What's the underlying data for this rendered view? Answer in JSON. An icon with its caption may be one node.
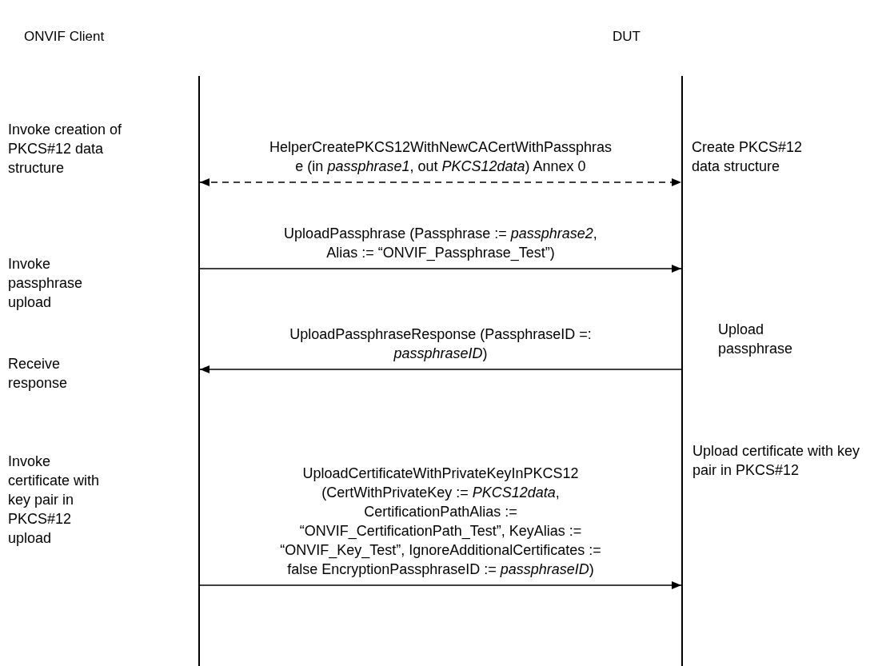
{
  "diagram": {
    "nodes": [
      {
        "text": [],
        "shape": "bar"
      },
      {
        "text": [],
        "shape": "bar"
      }
    ],
    "edges": [
      {
        "from": 0,
        "to": 1,
        "arrow": "both",
        "style": "dashed",
        "label": "HelperCreatePKCS12WithNewCACertWithPassphrase (in *passphrase1*, out *PKCS12data*) Annex 0"
      },
      {
        "from": 0,
        "to": 1,
        "arrow": "to",
        "label": "UploadPassphrase (Passphrase := *passphrase2*, Alias := “ONVIF_Passphrase_Test”)"
      },
      {
        "from": 1,
        "to": 0,
        "arrow": "to",
        "label": "UploadPassphraseResponse (PassphraseID =: *passphraseID*)"
      },
      {
        "from": 0,
        "to": 1,
        "arrow": "to",
        "label": "UploadCertificateWithPrivateKeyInPKCS12 (CertWithPrivateKey := *PKCS12data*, CertificationPathAlias := “ONVIF_CertificationPath_Test”, KeyAlias := “ONVIF_Key_Test”, IgnoreAdditionalCertificates := false EncryptionPassphraseID := *passphraseID*)"
      }
    ],
    "labels": [
      "ONVIF Client",
      "DUT",
      "Invoke creation of PKCS#12 data structure",
      "Create PKCS#12 data structure",
      "Invoke passphrase upload",
      "Upload passphrase",
      "Receive response",
      "Invoke certificate with key pair in PKCS#12 upload",
      "Upload certificate with key pair in PKCS#12"
    ]
  }
}
